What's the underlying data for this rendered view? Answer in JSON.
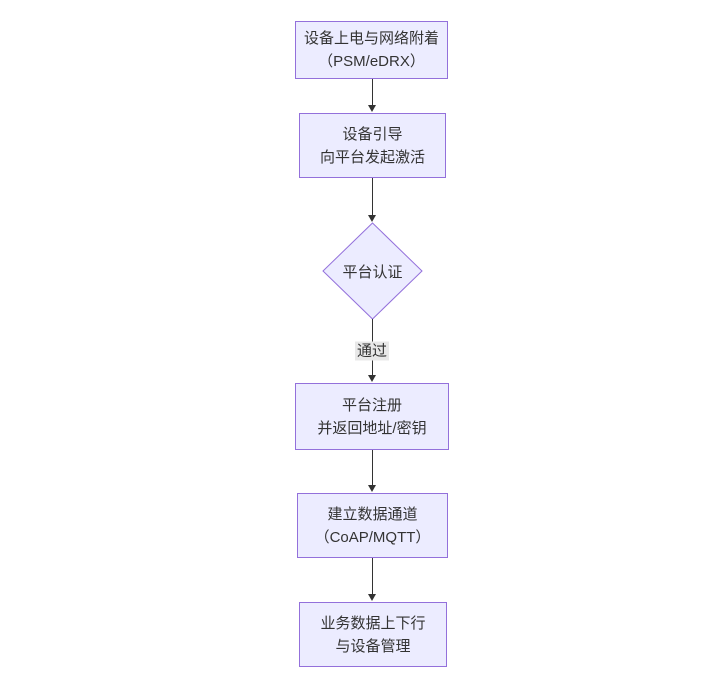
{
  "diagram": {
    "type": "flowchart-top-down",
    "nodes": [
      {
        "id": "A",
        "shape": "rect",
        "lines": [
          "设备上电与网络附着",
          "（PSM/eDRX）"
        ]
      },
      {
        "id": "B",
        "shape": "rect",
        "lines": [
          "设备引导",
          "向平台发起激活"
        ]
      },
      {
        "id": "C",
        "shape": "diamond",
        "lines": [
          "平台认证"
        ]
      },
      {
        "id": "D",
        "shape": "rect",
        "lines": [
          "平台注册",
          "并返回地址/密钥"
        ]
      },
      {
        "id": "E",
        "shape": "rect",
        "lines": [
          "建立数据通道",
          "（CoAP/MQTT）"
        ]
      },
      {
        "id": "F",
        "shape": "rect",
        "lines": [
          "业务数据上下行",
          "与设备管理"
        ]
      }
    ],
    "edges": [
      {
        "from": "A",
        "to": "B",
        "label": ""
      },
      {
        "from": "B",
        "to": "C",
        "label": ""
      },
      {
        "from": "C",
        "to": "D",
        "label": "通过"
      },
      {
        "from": "D",
        "to": "E",
        "label": ""
      },
      {
        "from": "E",
        "to": "F",
        "label": ""
      }
    ],
    "colors": {
      "node_fill": "#ECECFF",
      "node_border": "#9370DB",
      "edge_line": "#333333",
      "edge_label_bg": "#e8e8e8",
      "text": "#333333",
      "background": "#ffffff"
    }
  }
}
